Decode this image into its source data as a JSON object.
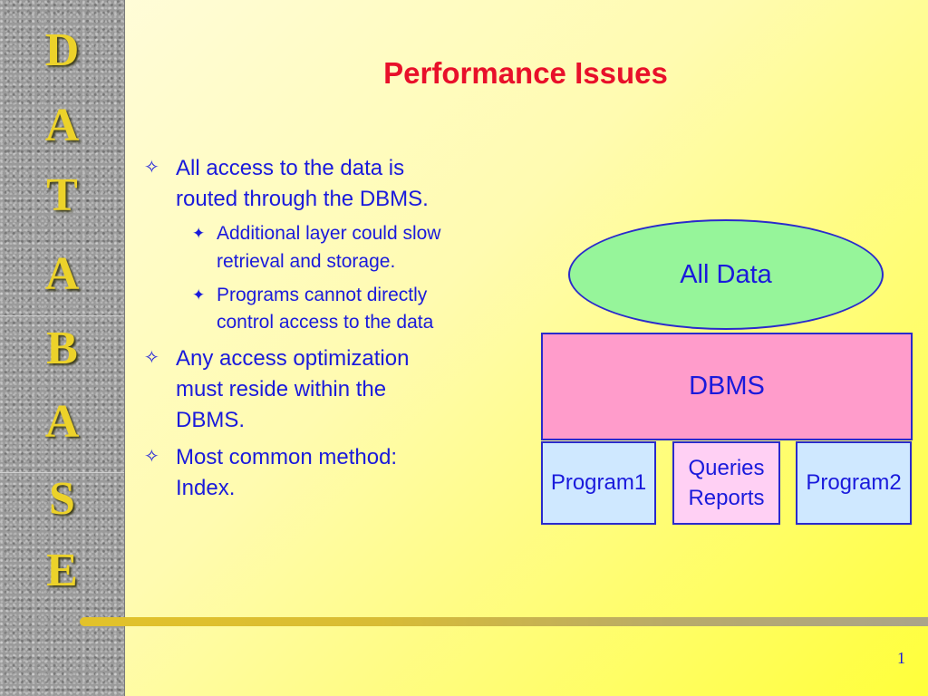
{
  "sidebar": {
    "letters": [
      "D",
      "A",
      "T",
      "A",
      "B",
      "A",
      "S",
      "E"
    ]
  },
  "slide": {
    "title": "Performance Issues",
    "page_number": "1"
  },
  "bullets": [
    {
      "marker": "✧",
      "text_line1": "All access to the data is",
      "text_line2": "routed through the DBMS.",
      "sub": [
        {
          "marker": "✦",
          "line1": "Additional layer could slow",
          "line2": "retrieval and storage."
        },
        {
          "marker": "✦",
          "line1": "Programs cannot directly",
          "line2": "control access to the data"
        }
      ]
    },
    {
      "marker": "✧",
      "line1": "Any access optimization",
      "line2": "must reside within the",
      "line3": "DBMS."
    },
    {
      "marker": "✧",
      "line1": "Most common method:",
      "line2": "Index."
    }
  ],
  "diagram": {
    "all_data": "All Data",
    "dbms": "DBMS",
    "program1": "Program1",
    "queries": "Queries",
    "reports": "Reports",
    "program2": "Program2"
  },
  "colors": {
    "title": "#e8102a",
    "text": "#1a1adc",
    "ellipse": "#96f59a",
    "dbms": "#ff9ccb",
    "program": "#cfe8ff",
    "queries": "#ffd0f4",
    "sidebar_letters": "#ecd22a"
  }
}
